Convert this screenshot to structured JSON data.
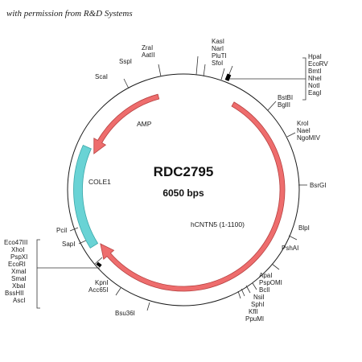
{
  "credit": "with permission from R&D Systems",
  "plasmid": {
    "name": "RDC2795",
    "size": "6050 bps"
  },
  "features": {
    "amp": {
      "label": "AMP",
      "color": "#ee6d6d"
    },
    "cole1": {
      "label": "COLE1",
      "color": "#69d3d5"
    },
    "hcntn5": {
      "label": "hCNTN5 (1-1100)",
      "color": "#ee6d6d"
    }
  },
  "sites": {
    "top_a": [
      "ZraI",
      "AatII"
    ],
    "sspi": "SspI",
    "scai": "ScaI",
    "top_b": [
      "KasI",
      "NarI",
      "PluTI",
      "SfoI"
    ],
    "mcs_right": [
      "HpaI",
      "EcoRV",
      "BmtI",
      "NheI",
      "NotI",
      "EagI"
    ],
    "bstbi": [
      "BstBI",
      "BglII"
    ],
    "kroi": [
      "KroI",
      "NaeI",
      "NgoMIV"
    ],
    "bsrgi": "BsrGI",
    "blpi": "BlpI",
    "pshai": "PshAI",
    "bottom_right": [
      "ApaI",
      "PspOMI",
      "BclI",
      "NsiI",
      "SphI",
      "KflI",
      "PpuMI"
    ],
    "bsu36i": "Bsu36I",
    "kpni": [
      "KpnI",
      "Acc65I"
    ],
    "mcs_left": [
      "Eco47III",
      "XhoI",
      "PspXI",
      "EcoRI",
      "XmaI",
      "SmaI",
      "XbaI",
      "BssHII",
      "AscI"
    ],
    "sapi": "SapI",
    "pcii": "PciI"
  }
}
